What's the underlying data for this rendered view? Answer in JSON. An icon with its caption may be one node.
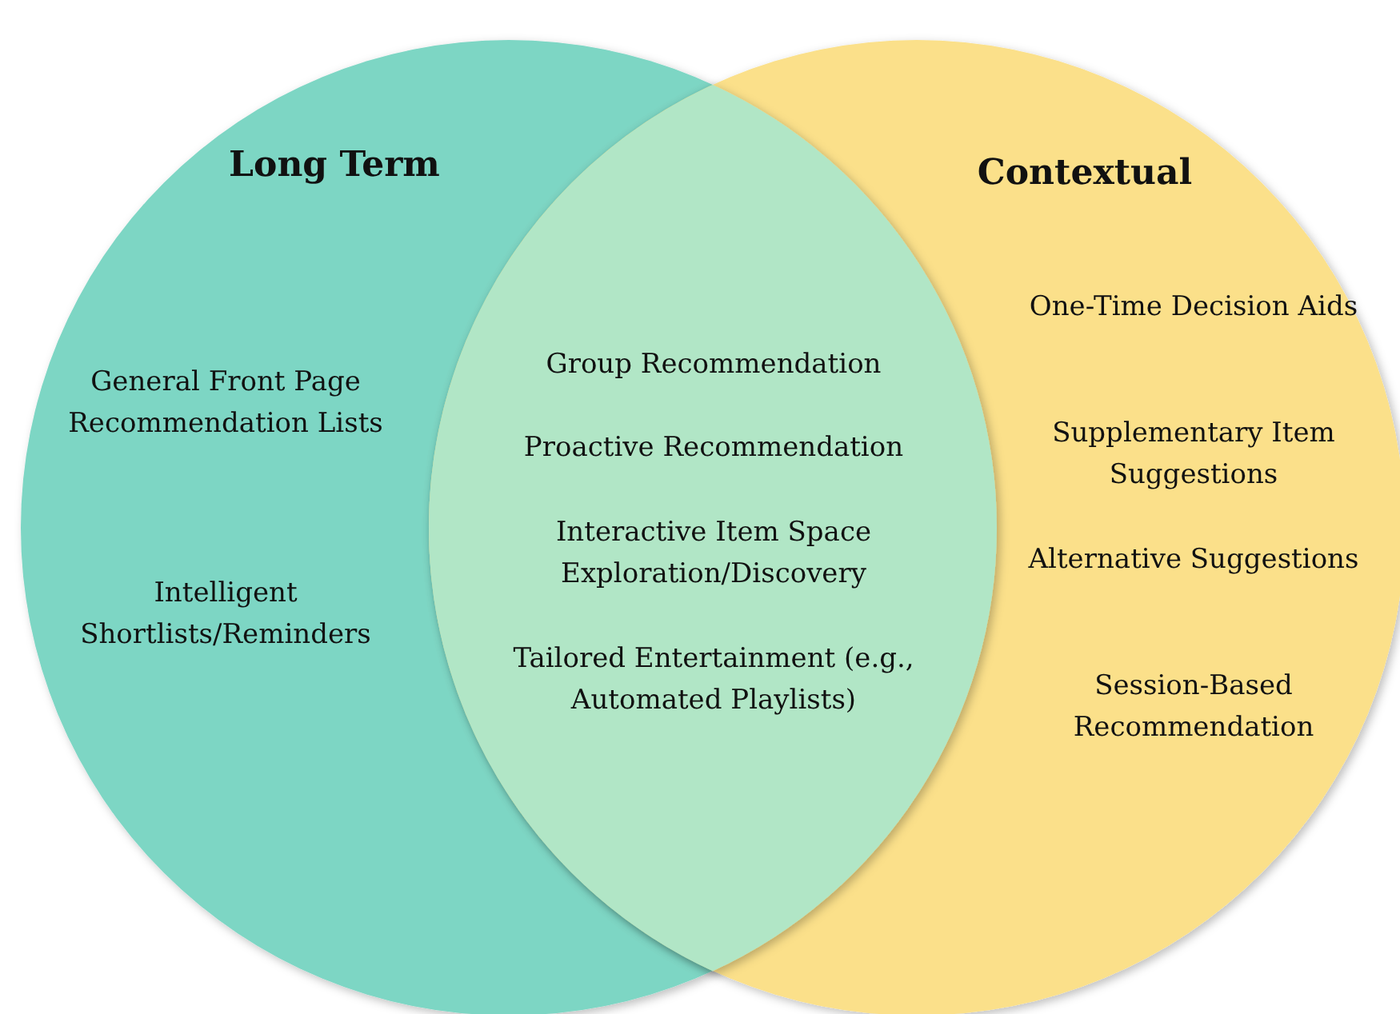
{
  "diagram": {
    "nodes": [
      {
        "text": [
          "Long Term",
          "General Front Page Recommendation Lists",
          "Intelligent Shortlists/Reminders"
        ]
      },
      {
        "text": [
          "Contextual",
          "One-Time Decision Aids",
          "Supplementary Item Suggestions",
          "Alternative Suggestions",
          "Session-Based Recommendation"
        ]
      },
      {
        "text": [
          "Group Recommendation",
          "Proactive Recommendation",
          "Interactive Item Space Exploration/Discovery",
          "Tailored Entertainment (e.g., Automated Playlists)"
        ]
      }
    ]
  }
}
